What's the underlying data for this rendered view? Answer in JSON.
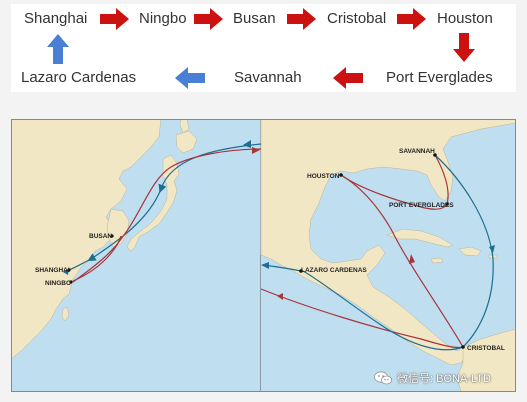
{
  "route": {
    "ports": [
      "Shanghai",
      "Ningbo",
      "Busan",
      "Cristobal",
      "Houston",
      "Port Everglades",
      "Savannah",
      "Lazaro Cardenas"
    ],
    "arrow_color": "#cc1111",
    "return_arrow_color": "#4a7fd6"
  },
  "map": {
    "sea_color": "#bfdff0",
    "land_color": "#f2e7c4",
    "westbound_color": "#1f6e8e",
    "eastbound_color": "#a8343c",
    "labels": {
      "shanghai": "SHANGHAI",
      "ningbo": "NINGBO",
      "busan": "BUSAN",
      "houston": "HOUSTON",
      "savannah": "SAVANNAH",
      "port_everglades": "PORT EVERGLADES",
      "lazaro_cardenas": "LAZARO CARDENAS",
      "cristobal": "CRISTOBAL"
    }
  },
  "watermark": {
    "icon": "wechat-icon",
    "text": "微信号: BONA-LTD"
  }
}
